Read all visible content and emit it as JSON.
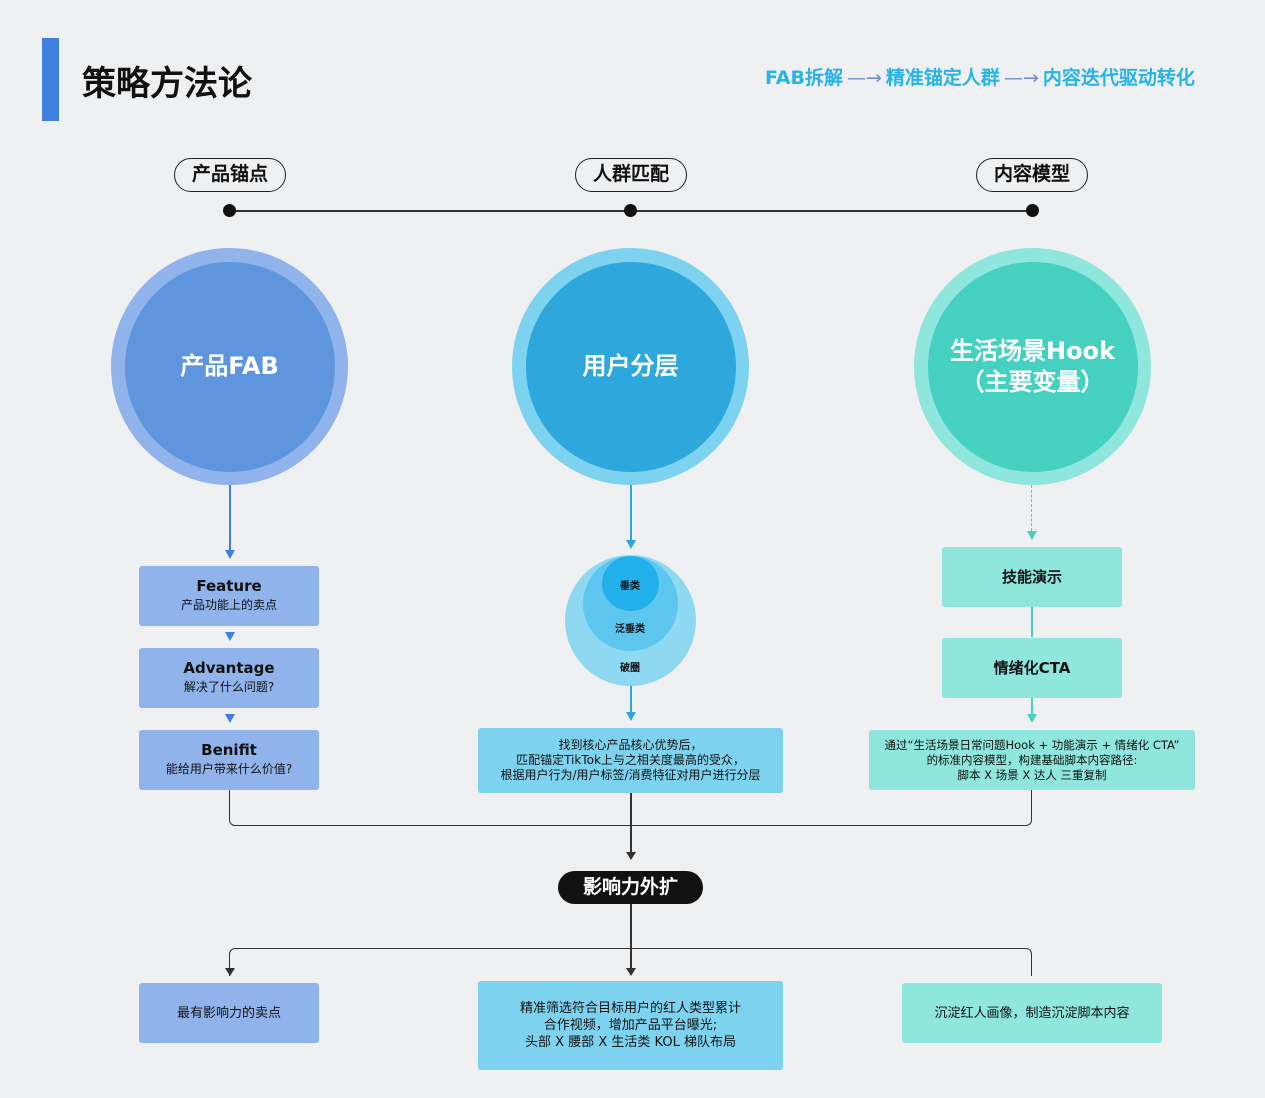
{
  "header": {
    "title": "策略方法论",
    "flow": [
      "FAB拆解",
      "精准锚定人群",
      "内容迭代驱动转化"
    ],
    "arrow": "—→"
  },
  "columns": [
    {
      "pill": "产品锚点",
      "circle": "产品FAB"
    },
    {
      "pill": "人群匹配",
      "circle": "用户分层"
    },
    {
      "pill": "内容模型",
      "circle_line1": "生活场景Hook",
      "circle_line2": "（主要变量）"
    }
  ],
  "fab": [
    {
      "title": "Feature",
      "desc": "产品功能上的卖点"
    },
    {
      "title": "Advantage",
      "desc": "解决了什么问题?"
    },
    {
      "title": "Benifit",
      "desc": "能给用户带来什么价值?"
    }
  ],
  "layers": {
    "inner": "垂类",
    "middle": "泛垂类",
    "outer": "破圈"
  },
  "middle_desc": [
    "找到核心产品核心优势后，",
    "匹配锚定TikTok上与之相关度最高的受众，",
    "根据用户行为/用户标签/消费特征对用户进行分层"
  ],
  "content": {
    "step1": "技能演示",
    "step2": "情绪化CTA",
    "desc": [
      "通过“生活场景日常问题Hook + 功能演示 + 情绪化 CTA”",
      "的标准内容模型，构建基础脚本内容路径:",
      "脚本 X 场景 X 达人 三重复制"
    ]
  },
  "hub": "影响力外扩",
  "outcomes": {
    "left": "最有影响力的卖点",
    "middle": [
      "精准筛选符合目标用户的红人类型累计",
      "合作视频，增加产品平台曝光;",
      "头部 X 腰部 X 生活类 KOL 梯队布局"
    ],
    "right": "沉淀红人画像，制造沉淀脚本内容"
  }
}
